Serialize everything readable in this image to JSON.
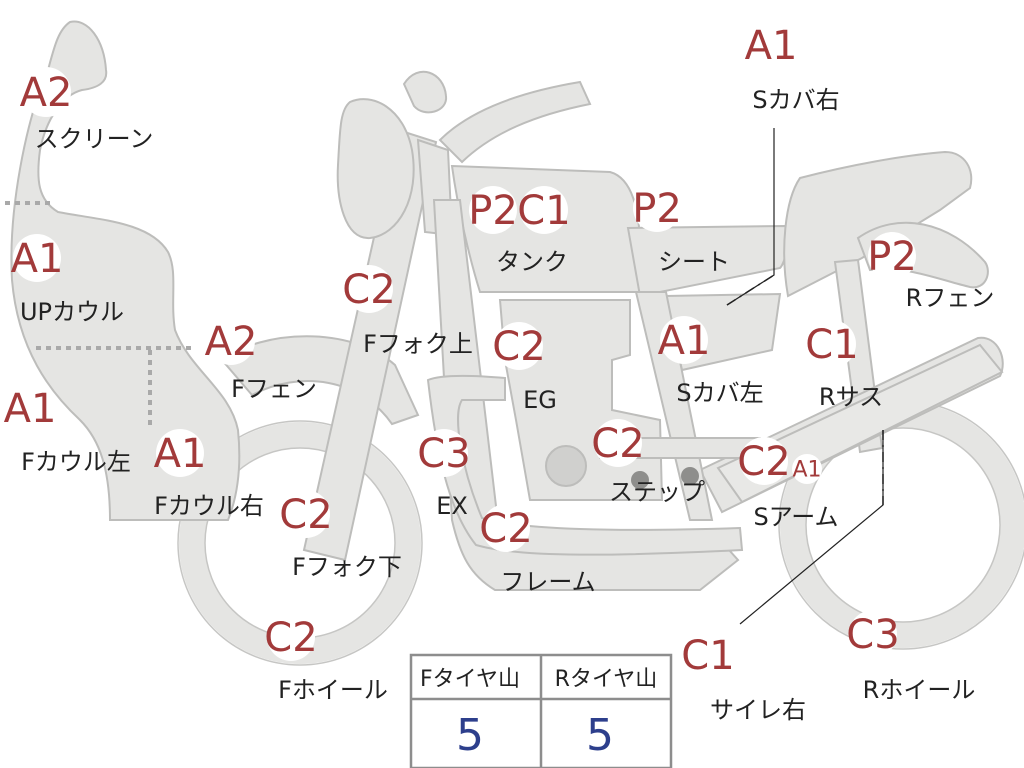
{
  "colors": {
    "grade_text": "#a23a3a",
    "label_text": "#222222",
    "part_fill": "#e5e5e3",
    "tread_value": "#2d3f8c"
  },
  "parts": [
    {
      "id": "screen",
      "grade": "A2",
      "label": "スクリーン"
    },
    {
      "id": "up-cowl",
      "grade": "A1",
      "label": "UPカウル"
    },
    {
      "id": "f-cowl-left",
      "grade": "A1",
      "label": "Fカウル左"
    },
    {
      "id": "f-cowl-right",
      "grade": "A1",
      "label": "Fカウル右"
    },
    {
      "id": "f-fender",
      "grade": "A2",
      "label": "Fフェン"
    },
    {
      "id": "f-fork-upper",
      "grade": "C2",
      "label": "Fフォク上"
    },
    {
      "id": "f-fork-lower",
      "grade": "C2",
      "label": "Fフォク下"
    },
    {
      "id": "f-wheel",
      "grade": "C2",
      "label": "Fホイール"
    },
    {
      "id": "tank",
      "grades": [
        "P2",
        "C1"
      ],
      "label": "タンク"
    },
    {
      "id": "seat",
      "grade": "P2",
      "label": "シート"
    },
    {
      "id": "s-cover-right",
      "grade": "A1",
      "label": "Sカバ右"
    },
    {
      "id": "s-cover-left",
      "grade": "A1",
      "label": "Sカバ左"
    },
    {
      "id": "engine",
      "grade": "C2",
      "label": "EG"
    },
    {
      "id": "exhaust",
      "grade": "C3",
      "label": "EX"
    },
    {
      "id": "step",
      "grade": "C2",
      "label": "ステップ"
    },
    {
      "id": "frame",
      "grade": "C2",
      "label": "フレーム"
    },
    {
      "id": "r-fender",
      "grade": "P2",
      "label": "Rフェン"
    },
    {
      "id": "r-suspension",
      "grade": "C1",
      "label": "Rサス"
    },
    {
      "id": "swing-arm",
      "grades": [
        "C2",
        "A1"
      ],
      "label": "Sアーム"
    },
    {
      "id": "muffler-right",
      "grade": "C1",
      "label": "サイレ右"
    },
    {
      "id": "r-wheel",
      "grade": "C3",
      "label": "Rホイール"
    }
  ],
  "tire_table": {
    "headers": [
      "Fタイヤ山",
      "Rタイヤ山"
    ],
    "values": [
      "5",
      "5"
    ]
  }
}
